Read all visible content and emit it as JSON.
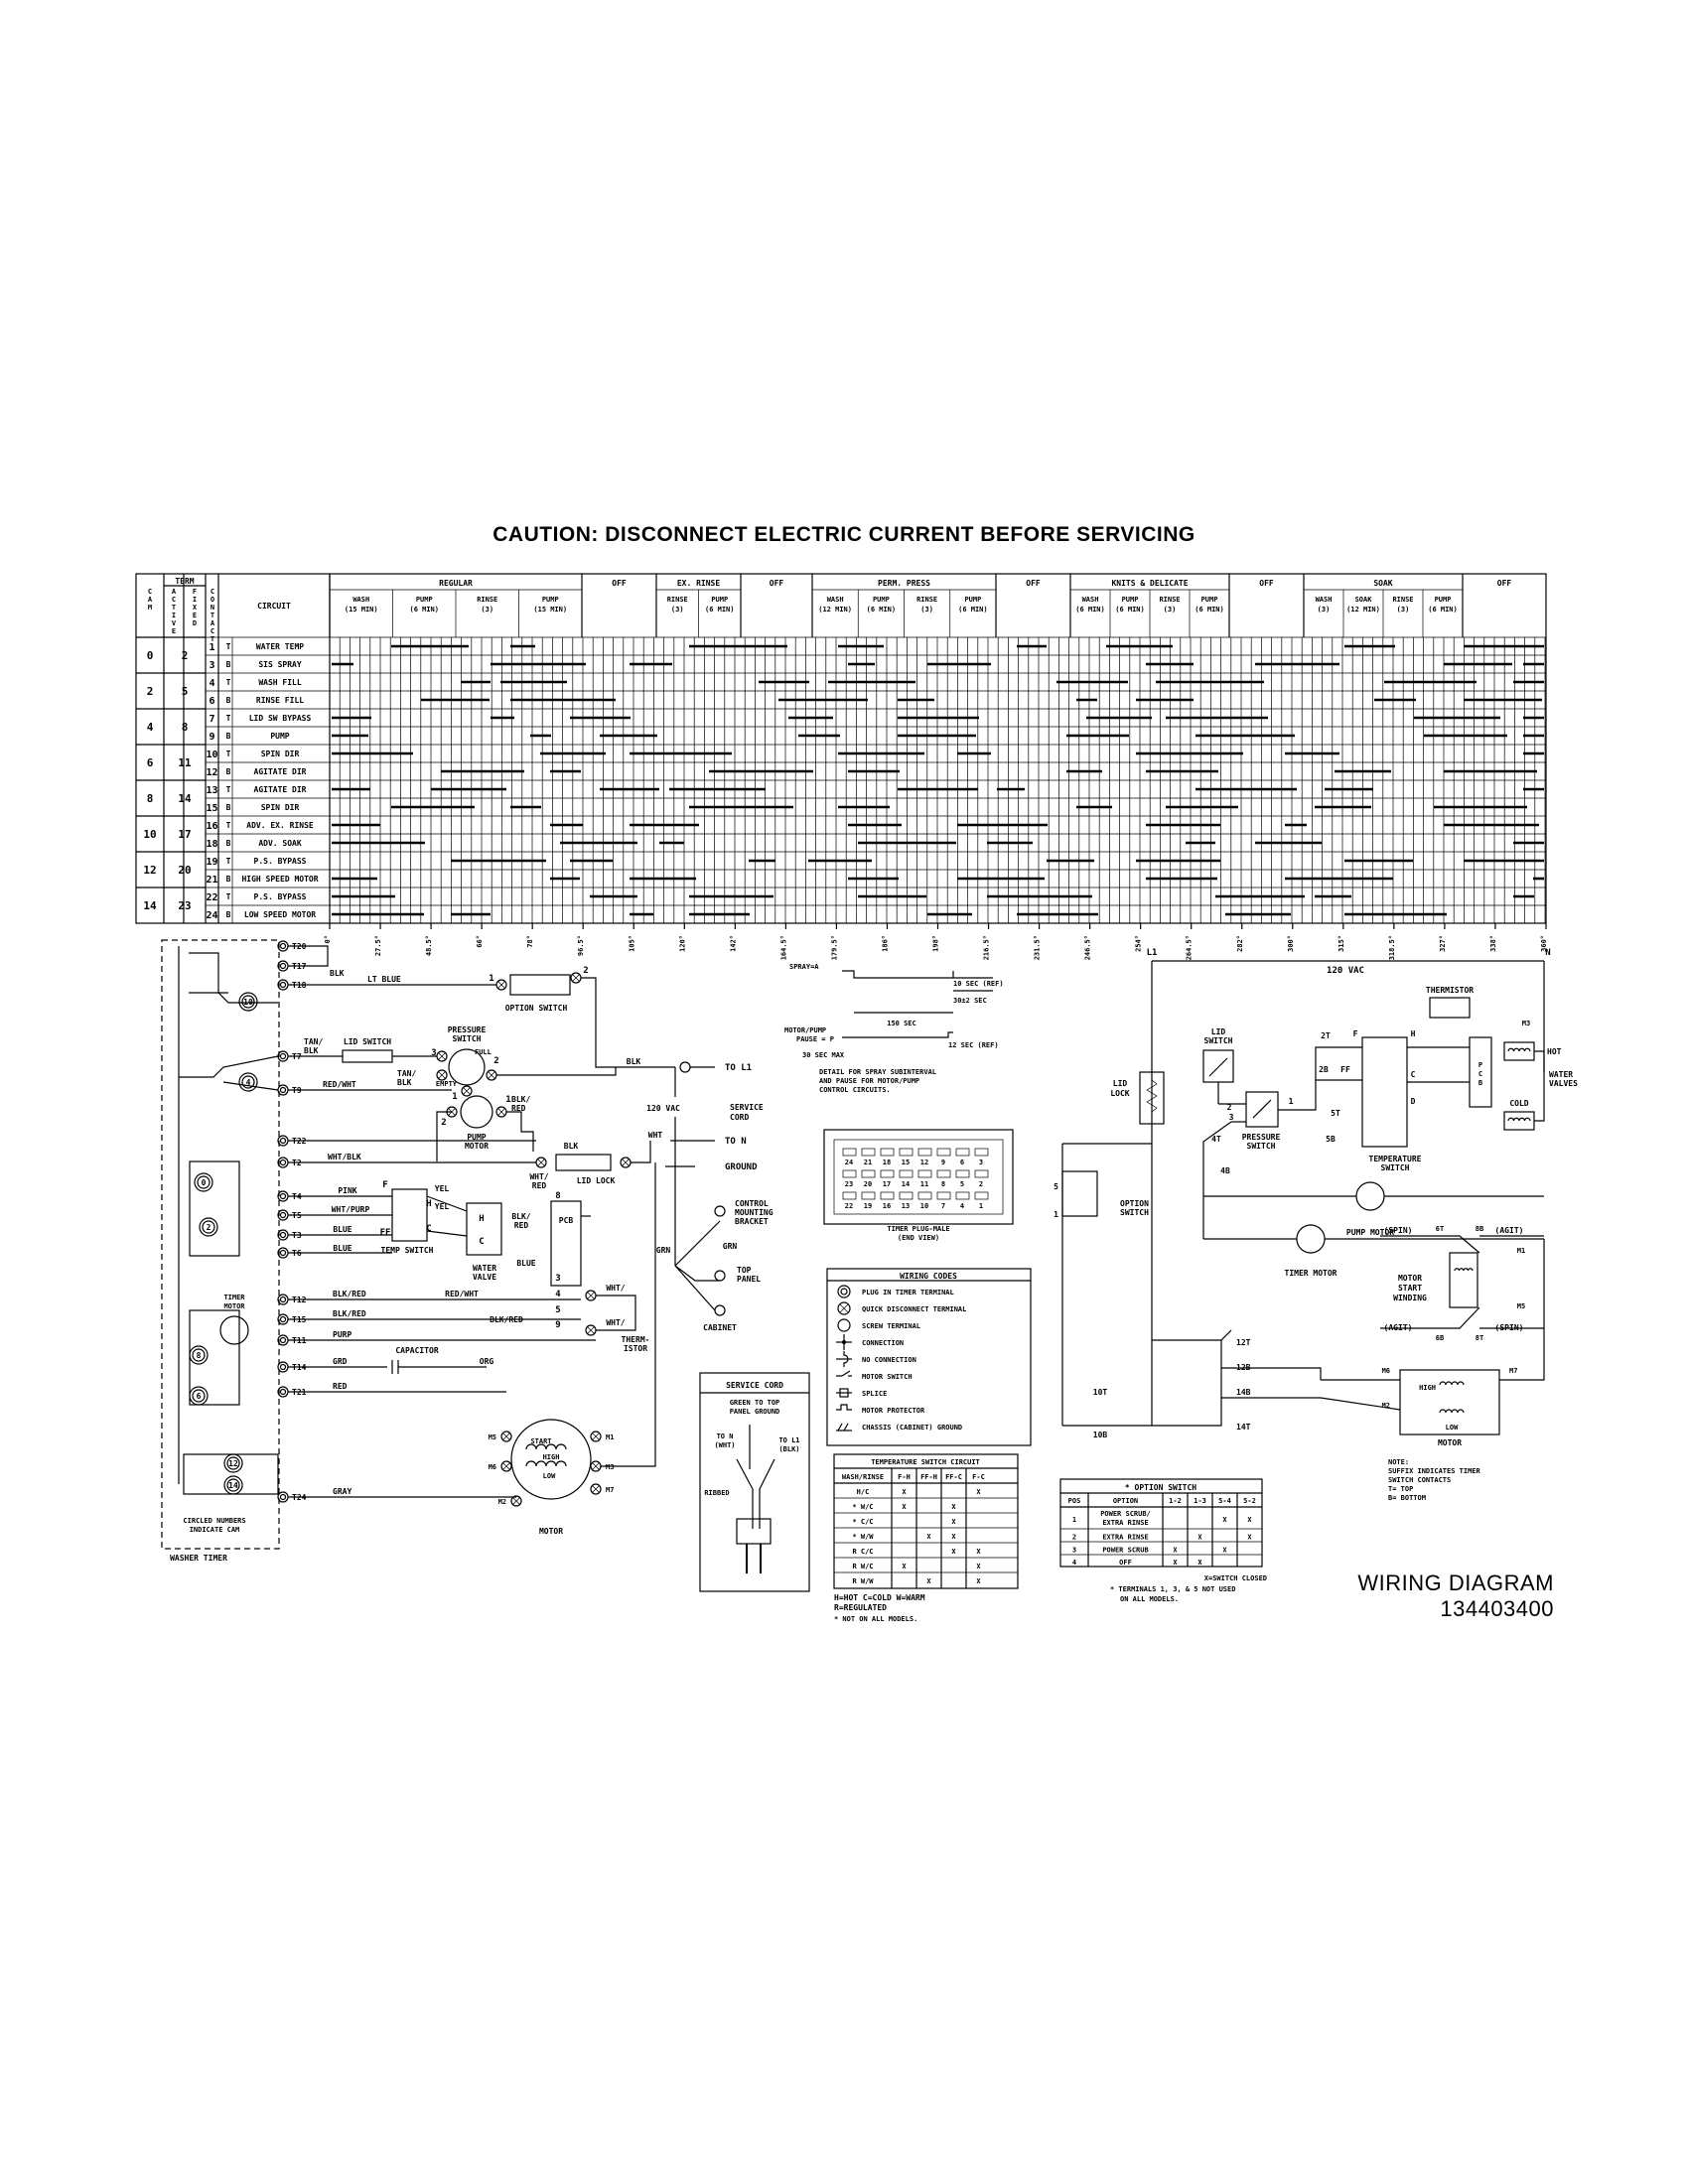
{
  "caution": "CAUTION: DISCONNECT ELECTRIC CURRENT BEFORE SERVICING",
  "timer_chart": {
    "header": {
      "cam": "CAM",
      "term": "TERM",
      "active": "ACTIVE",
      "fixed": "FIXED",
      "contact": "CONTACT",
      "circuit": "CIRCUIT"
    },
    "cycles": [
      {
        "name": "REGULAR",
        "steps": [
          "WASH (15 MIN)",
          "PUMP (6 MIN)",
          "RINSE (3)",
          "PUMP (15 MIN)"
        ]
      },
      {
        "name": "OFF",
        "steps": []
      },
      {
        "name": "EX. RINSE",
        "steps": [
          "RINSE (3)",
          "PUMP (6 MIN)"
        ]
      },
      {
        "name": "OFF",
        "steps": []
      },
      {
        "name": "PERM. PRESS",
        "steps": [
          "WASH (12 MIN)",
          "PUMP (6 MIN)",
          "RINSE (3)",
          "PUMP (6 MIN)"
        ]
      },
      {
        "name": "OFF",
        "steps": []
      },
      {
        "name": "KNITS & DELICATE",
        "steps": [
          "WASH (6 MIN)",
          "PUMP (6 MIN)",
          "RINSE (3)",
          "PUMP (6 MIN)"
        ]
      },
      {
        "name": "OFF",
        "steps": []
      },
      {
        "name": "SOAK",
        "steps": [
          "WASH (3)",
          "SOAK (12 MIN)",
          "RINSE (3)",
          "PUMP (6 MIN)"
        ]
      },
      {
        "name": "OFF",
        "steps": []
      }
    ],
    "rows": [
      {
        "cam": "0",
        "active": "2",
        "fixed": "1",
        "contact": "T",
        "circuit": "WATER TEMP"
      },
      {
        "cam": "",
        "active": "",
        "fixed": "3",
        "contact": "B",
        "circuit": "SIS SPRAY"
      },
      {
        "cam": "2",
        "active": "5",
        "fixed": "4",
        "contact": "T",
        "circuit": "WASH FILL"
      },
      {
        "cam": "",
        "active": "",
        "fixed": "6",
        "contact": "B",
        "circuit": "RINSE FILL"
      },
      {
        "cam": "4",
        "active": "8",
        "fixed": "7",
        "contact": "T",
        "circuit": "LID SW BYPASS"
      },
      {
        "cam": "",
        "active": "",
        "fixed": "9",
        "contact": "B",
        "circuit": "PUMP"
      },
      {
        "cam": "6",
        "active": "11",
        "fixed": "10",
        "contact": "T",
        "circuit": "SPIN DIR"
      },
      {
        "cam": "",
        "active": "",
        "fixed": "12",
        "contact": "B",
        "circuit": "AGITATE DIR"
      },
      {
        "cam": "8",
        "active": "14",
        "fixed": "13",
        "contact": "T",
        "circuit": "AGITATE DIR"
      },
      {
        "cam": "",
        "active": "",
        "fixed": "15",
        "contact": "B",
        "circuit": "SPIN DIR"
      },
      {
        "cam": "10",
        "active": "17",
        "fixed": "16",
        "contact": "T",
        "circuit": "ADV. EX. RINSE"
      },
      {
        "cam": "",
        "active": "",
        "fixed": "18",
        "contact": "B",
        "circuit": "ADV. SOAK"
      },
      {
        "cam": "12",
        "active": "20",
        "fixed": "19",
        "contact": "T",
        "circuit": "P.S. BYPASS"
      },
      {
        "cam": "",
        "active": "",
        "fixed": "21",
        "contact": "B",
        "circuit": "HIGH SPEED MOTOR"
      },
      {
        "cam": "14",
        "active": "23",
        "fixed": "22",
        "contact": "T",
        "circuit": "P.S. BYPASS"
      },
      {
        "cam": "",
        "active": "",
        "fixed": "24",
        "contact": "B",
        "circuit": "LOW SPEED MOTOR"
      }
    ],
    "degree_ticks": [
      "0°",
      "27.5°",
      "48.5°",
      "66°",
      "78°",
      "96.5°",
      "105°",
      "120°",
      "142°",
      "164.5°",
      "179.5°",
      "186°",
      "198°",
      "216.5°",
      "231.5°",
      "246.5°",
      "254°",
      "264.5°",
      "282°",
      "300°",
      "315°",
      "318.5°",
      "327°",
      "338°",
      "360°"
    ]
  },
  "left_schematic": {
    "timer_terminals": [
      "T20",
      "T17",
      "T18",
      "T7",
      "T9",
      "T22",
      "T2",
      "T4",
      "T5",
      "T3",
      "T6",
      "T12",
      "T15",
      "T11",
      "T14",
      "T21",
      "T24"
    ],
    "cam_circles": [
      "10",
      "4",
      "0",
      "2",
      "8",
      "6",
      "12",
      "14"
    ],
    "wire_labels": [
      "BLK",
      "LT BLUE",
      "TAN/ BLK",
      "RED/WHT",
      "WHT/BLK",
      "PINK",
      "WHT/PURP",
      "BLUE",
      "BLUE",
      "BLK/RED",
      "BLK/RED",
      "PURP",
      "GRD",
      "RED",
      "GRAY",
      "YEL",
      "YEL",
      "BLK/ RED",
      "BLUE",
      "RED/WHT",
      "BLK/RED",
      "BLK/ RED",
      "BLK",
      "WHT/ RED",
      "BLK",
      "WHT",
      "GRN",
      "ORG",
      "TAN/ BLK"
    ],
    "components": {
      "option_switch": "OPTION SWITCH",
      "lid_switch": "LID SWITCH",
      "pressure_switch": "PRESSURE SWITCH",
      "full": "FULL",
      "empty": "EMPTY",
      "pump_motor": "PUMP MOTOR",
      "lid_lock": "LID LOCK",
      "water_valve": "WATER VALVE",
      "temp_switch": "TEMP SWITCH",
      "pcb": "PCB",
      "thermistor": "THERM- ISTOR",
      "timer_motor": "TIMER MOTOR",
      "capacitor": "CAPACITOR",
      "motor": "MOTOR",
      "start": "START",
      "high": "HIGH",
      "low": "LOW",
      "circled_note": "CIRCLED NUMBERS INDICATE CAM",
      "washer_timer": "WASHER TIMER"
    },
    "power": {
      "to_l1": "TO L1",
      "to_n": "TO N",
      "vac": "120 VAC",
      "service_cord": "SERVICE CORD",
      "ground": "GROUND",
      "bracket": "CONTROL MOUNTING BRACKET",
      "top_panel": "TOP PANEL",
      "cabinet": "CABINET"
    }
  },
  "spray_detail": {
    "spray_a": "SPRAY=A",
    "motor_pump_pause": "MOTOR/PUMP PAUSE = P",
    "t1": "10 SEC (REF)",
    "t2": "30±2 SEC",
    "t3": "150 SEC",
    "t4": "12 SEC (REF)",
    "t5": "30 SEC MAX",
    "note": "DETAIL FOR SPRAY SUBINTERVAL AND PAUSE FOR MOTOR/PUMP CONTROL CIRCUITS."
  },
  "plug": {
    "top_row": [
      "24",
      "21",
      "18",
      "15",
      "12",
      "9",
      "6",
      "3"
    ],
    "mid_row": [
      "23",
      "20",
      "17",
      "14",
      "11",
      "8",
      "5",
      "2"
    ],
    "bot_row": [
      "22",
      "19",
      "16",
      "13",
      "10",
      "7",
      "4",
      "1"
    ],
    "caption": "TIMER PLUG-MALE (END VIEW)"
  },
  "wiring_codes": {
    "title": "WIRING CODES",
    "items": [
      "PLUG IN TIMER TERMINAL",
      "QUICK DISCONNECT TERMINAL",
      "SCREW TERMINAL",
      "CONNECTION",
      "NO CONNECTION",
      "MOTOR SWITCH",
      "SPLICE",
      "MOTOR PROTECTOR",
      "CHASSIS (CABINET) GROUND"
    ]
  },
  "service_cord_detail": {
    "title": "SERVICE CORD",
    "note": "GREEN TO TOP PANEL GROUND",
    "to_n": "TO N (WHT)",
    "to_l1": "TO L1 (BLK)",
    "ribbed": "RIBBED"
  },
  "temp_switch_table": {
    "title": "TEMPERATURE SWITCH CIRCUIT",
    "headers": [
      "WASH/RINSE",
      "F-H",
      "FF-H",
      "FF-C",
      "F-C"
    ],
    "rows": [
      [
        "H/C",
        "X",
        "",
        "",
        "X"
      ],
      [
        "* W/C",
        "X",
        "",
        "X",
        ""
      ],
      [
        "* C/C",
        "",
        "",
        "X",
        ""
      ],
      [
        "* W/W",
        "",
        "X",
        "X",
        ""
      ],
      [
        "R C/C",
        "",
        "",
        "X",
        "X"
      ],
      [
        "R W/C",
        "X",
        "",
        "",
        "X"
      ],
      [
        "R W/W",
        "",
        "X",
        "",
        "X"
      ]
    ],
    "legend1": "H=HOT   C=COLD   W=WARM",
    "legend2": "R=REGULATED",
    "legend3": "* NOT ON ALL MODELS."
  },
  "option_switch_table": {
    "title": "* OPTION SWITCH",
    "headers": [
      "POS",
      "OPTION",
      "1-2",
      "1-3",
      "5-4",
      "5-2"
    ],
    "rows": [
      [
        "1",
        "POWER SCRUB/ EXTRA RINSE",
        "",
        "",
        "X",
        "X"
      ],
      [
        "2",
        "EXTRA RINSE",
        "",
        "X",
        "",
        "X"
      ],
      [
        "3",
        "POWER SCRUB",
        "X",
        "",
        "X",
        ""
      ],
      [
        "4",
        "OFF",
        "X",
        "X",
        "",
        ""
      ]
    ],
    "note1": "X=SWITCH CLOSED",
    "note2": "* TERMINALS 1, 3, & 5 NOT USED ON ALL MODELS."
  },
  "right_schematic": {
    "l1": "L1",
    "n": "N",
    "vac": "120 VAC",
    "lid_lock": "LID LOCK",
    "lid_switch": "LID SWITCH",
    "pressure_switch": "PRESSURE SWITCH",
    "thermistor": "THERMISTOR",
    "temperature_switch": "TEMPERATURE SWITCH",
    "hot": "HOT",
    "cold": "COLD",
    "water_valves": "WATER VALVES",
    "pcb": "PCB",
    "option_switch": "OPTION SWITCH",
    "pump_motor": "PUMP MOTOR",
    "timer_motor": "TIMER MOTOR",
    "motor_start": "MOTOR START WINDING",
    "spin": "(SPIN)",
    "agit": "(AGIT)",
    "spin2": "(SPIN)",
    "agit2": "(AGIT)",
    "motor": "MOTOR",
    "high": "HIGH",
    "low": "LOW",
    "terminals": [
      "2T",
      "2B",
      "5T",
      "5B",
      "4T",
      "4B",
      "10T",
      "10B",
      "12T",
      "12B",
      "14B",
      "14T",
      "6T",
      "8B",
      "6B",
      "8T",
      "M1",
      "M5",
      "M6",
      "M7",
      "M2",
      "M3"
    ],
    "note": "NOTE: SUFFIX INDICATES TIMER SWITCH CONTACTS T= TOP B= BOTTOM"
  },
  "footer": {
    "title": "WIRING DIAGRAM",
    "number": "134403400"
  }
}
